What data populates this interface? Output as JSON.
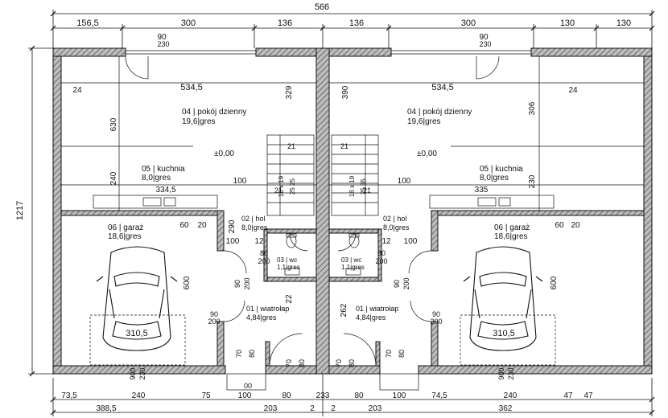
{
  "dimensions": {
    "top_overall": "566",
    "top_segments": [
      "156,5",
      "300",
      "136",
      "136",
      "300",
      "130",
      "130"
    ],
    "left_overall": "1217",
    "bottom_row1": [
      "73,5",
      "240",
      "75",
      "100",
      "80",
      "233",
      "80",
      "100",
      "74,5",
      "240",
      "47",
      "47"
    ],
    "bottom_row2": [
      "388,5",
      "203",
      "2",
      "2",
      "203",
      "362"
    ],
    "window_labels": [
      "90",
      "230",
      "90",
      "230"
    ],
    "interior": [
      "24",
      "534,5",
      "329",
      "390",
      "534,5",
      "24",
      "630",
      "306",
      "240",
      "100",
      "100",
      "230",
      "334,5",
      "335",
      "290",
      "100",
      "12",
      "12",
      "100",
      "60",
      "20",
      "60",
      "20",
      "600",
      "600",
      "90",
      "200",
      "90",
      "200",
      "80",
      "200",
      "80",
      "200",
      "90",
      "200",
      "90",
      "200",
      "22",
      "262",
      "310,5",
      "310,5",
      "900",
      "230",
      "900",
      "230",
      "70",
      "80",
      "70",
      "80",
      "70",
      "80",
      "70",
      "80",
      "00",
      "18 x 19",
      "25 25",
      "18 x 19",
      "25 35",
      "21",
      "21",
      "21",
      "21"
    ]
  },
  "rooms": [
    {
      "id": "left-living",
      "name": "04 | pokój dzienny",
      "area": "19,6|gres"
    },
    {
      "id": "right-living",
      "name": "04 | pokój dzienny",
      "area": "19,6|gres"
    },
    {
      "id": "left-kitchen",
      "name": "05 | kuchnia",
      "area": "8,0|gres"
    },
    {
      "id": "right-kitchen",
      "name": "05 | kuchnia",
      "area": "8,0|gres"
    },
    {
      "id": "left-garage",
      "name": "06 | garaż",
      "area": "18,6|gres"
    },
    {
      "id": "right-garage",
      "name": "06 | garaż",
      "area": "18,6|gres"
    },
    {
      "id": "left-hall",
      "name": "02 | hol",
      "area": "8,0|gres"
    },
    {
      "id": "right-hall",
      "name": "02 | hol",
      "area": "8,0|gres"
    },
    {
      "id": "left-wc",
      "name": "03 | wc",
      "area": "1,1|gres"
    },
    {
      "id": "right-wc",
      "name": "03 | wc",
      "area": "1,1|gres"
    },
    {
      "id": "left-vestibule",
      "name": "01 | wiatrołap",
      "area": "4,84|gres"
    },
    {
      "id": "right-vestibule",
      "name": "01 | wiatrołap",
      "area": "4,84|gres"
    }
  ],
  "levels": [
    "±0,00",
    "±0,00"
  ],
  "colors": {
    "wall_fill": "#9a9a9a",
    "line": "#111111",
    "hatch": "#555555",
    "bg": "#ffffff"
  }
}
